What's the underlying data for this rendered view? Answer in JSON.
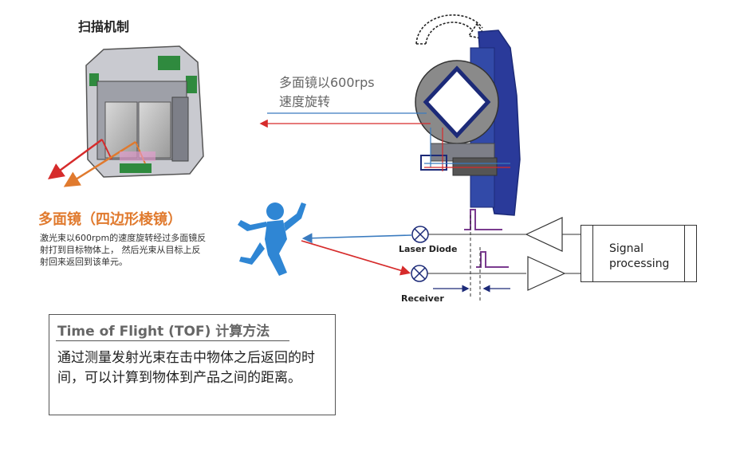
{
  "title": "扫描机制",
  "rotation_text_line1": "多面镜以600rps",
  "rotation_text_line2": "速度旋转",
  "polygon_title": "多面镜（四边形棱镜）",
  "polygon_desc": "激光束以600rpm的速度旋转经过多面镜反射打到目标物体上， 然后光束从目标上反射回来返回到该单元。",
  "laser_label": "Laser Diode",
  "receiver_label": "Receiver",
  "signal_line1": "Signal",
  "signal_line2": "processing",
  "tof_title": "Time of Flight (TOF) 计算方法",
  "tof_body": "通过测量发射光束在击中物体之后返回的时间，可以计算到物体到产品之间的距离。",
  "colors": {
    "accent_orange": "#e07a2e",
    "laser_red": "#d62b2b",
    "laser_blue": "#3a7bbf",
    "pulse_purple": "#7a3b8f",
    "device_navy": "#1c2a78"
  }
}
